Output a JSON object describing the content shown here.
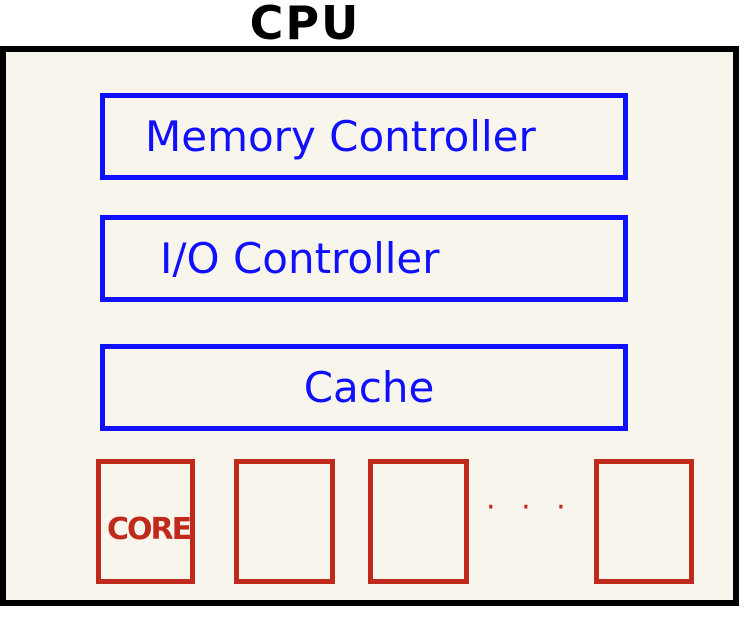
{
  "title": "CPU",
  "components": {
    "memory_controller": "Memory Controller",
    "io_controller": "I/O Controller",
    "cache": "Cache"
  },
  "cores": {
    "label": "CORE",
    "ellipsis": "· · ·"
  },
  "colors": {
    "background": "#f8f6ec",
    "cpu_border": "#000000",
    "controller": "#1010ff",
    "core": "#c02a1c"
  }
}
